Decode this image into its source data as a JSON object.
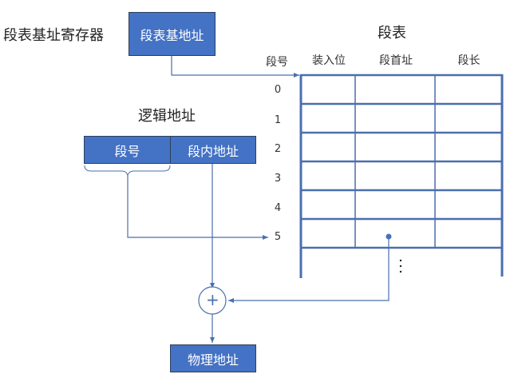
{
  "register": {
    "caption": "段表基址寄存器",
    "box_label": "段表基地址"
  },
  "segment_table": {
    "title": "段表",
    "row_header": "段号",
    "columns": [
      "装入位",
      "段首址",
      "段长"
    ],
    "rows": [
      "0",
      "1",
      "2",
      "3",
      "4",
      "5"
    ],
    "ellipsis": "⋮"
  },
  "logical_address": {
    "title": "逻辑地址",
    "fields": [
      "段号",
      "段内地址"
    ]
  },
  "adder": {
    "symbol": "+"
  },
  "physical_address": {
    "label": "物理地址"
  },
  "colors": {
    "box_fill": "#4472c4",
    "box_border": "#2f3f5c",
    "line": "#4a6fae",
    "table_line": "#4a6fae"
  }
}
